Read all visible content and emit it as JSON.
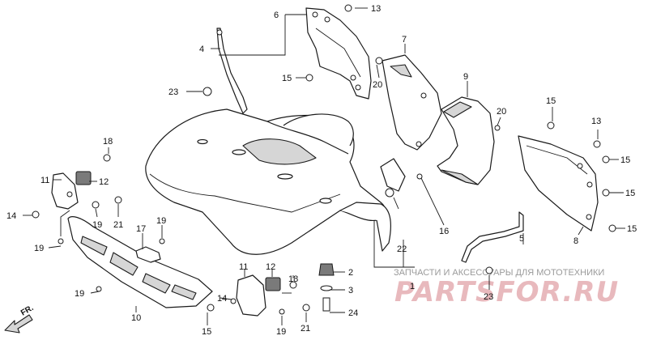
{
  "diagram": {
    "callouts": {
      "p13a": "13",
      "p6": "6",
      "p4": "4",
      "p7": "7",
      "p15a": "15",
      "p20a": "20",
      "p23a": "23",
      "p9": "9",
      "p20b": "20",
      "p15b": "15",
      "p13b": "13",
      "p15c": "15",
      "p18a": "18",
      "p15d": "15",
      "p11a": "11",
      "p12a": "12",
      "p14a": "14",
      "p19a": "19",
      "p21a": "21",
      "p15e": "15",
      "p17": "17",
      "p19b": "19",
      "p19c": "19",
      "p22": "22",
      "p16": "16",
      "p5": "5",
      "p8": "8",
      "p1": "1",
      "p2": "2",
      "p3": "3",
      "p24": "24",
      "p11b": "11",
      "p12b": "12",
      "p18b": "18",
      "p19d": "19",
      "p10": "10",
      "p14b": "14",
      "p23b": "23",
      "p15f": "15",
      "p19e": "19",
      "p21b": "21"
    },
    "direction_label": "FR.",
    "watermark": {
      "tagline": "ЗАПЧАСТИ И АКСЕССУАРЫ ДЛЯ МОТОТЕХНИКИ",
      "logo": "PARTSFOR.RU"
    }
  }
}
